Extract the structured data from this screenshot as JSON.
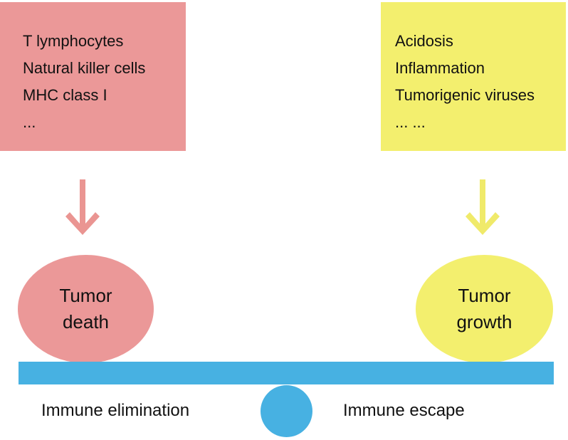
{
  "colors": {
    "red_box": "#eb9898",
    "yellow_box": "#f3ef6e",
    "beam": "#47b1e2",
    "red_arrow": "#ea9592",
    "yellow_arrow": "#f0ea6a"
  },
  "left_factors": {
    "lines": [
      "T lymphocytes",
      "Natural killer cells",
      "MHC class I",
      "..."
    ]
  },
  "right_factors": {
    "lines": [
      "Acidosis",
      "Inflammation",
      "Tumorigenic viruses",
      "... ..."
    ]
  },
  "left_outcome": {
    "line1": "Tumor",
    "line2": "death"
  },
  "right_outcome": {
    "line1": "Tumor",
    "line2": "growth"
  },
  "balance": {
    "left_label": "Immune elimination",
    "right_label": "Immune escape"
  }
}
